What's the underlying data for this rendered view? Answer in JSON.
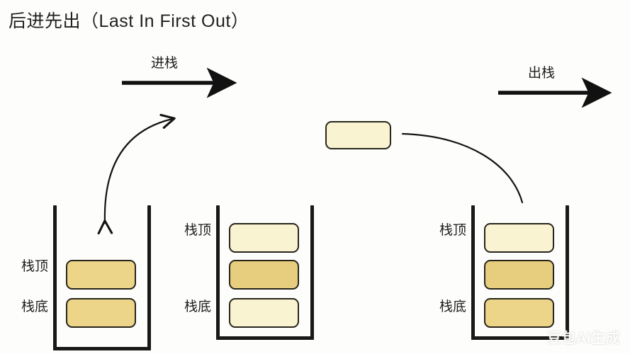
{
  "title": "后进先出（Last In First Out）",
  "background_color": "#fdfdfb",
  "colors": {
    "gold": "#ecd488",
    "gold_dark": "#e7cd7e",
    "cream": "#faf3d2",
    "outline": "#28251b",
    "wall": "#191919",
    "text": "#1f1f1f"
  },
  "flow": {
    "push": {
      "label": "进栈",
      "direction": "right"
    },
    "pop": {
      "label": "出栈",
      "direction": "right"
    }
  },
  "floating_block": {
    "fill": "cream",
    "label": ""
  },
  "stacks": [
    {
      "name": "stack-before-push",
      "top_label": "栈顶",
      "bottom_label": "栈底",
      "open_top": true,
      "blocks": [
        {
          "fill": "gold",
          "position": "top"
        },
        {
          "fill": "gold",
          "position": "bottom"
        }
      ]
    },
    {
      "name": "stack-after-push",
      "top_label": "栈顶",
      "bottom_label": "栈底",
      "open_top": true,
      "blocks": [
        {
          "fill": "cream",
          "position": "top"
        },
        {
          "fill": "gold-dark",
          "position": "middle"
        },
        {
          "fill": "cream",
          "position": "bottom"
        }
      ]
    },
    {
      "name": "stack-before-pop",
      "top_label": "栈顶",
      "bottom_label": "栈底",
      "open_top": true,
      "blocks": [
        {
          "fill": "cream",
          "position": "top"
        },
        {
          "fill": "gold-dark",
          "position": "middle"
        },
        {
          "fill": "gold",
          "position": "bottom"
        }
      ]
    }
  ],
  "watermark": "豆包AI生成"
}
